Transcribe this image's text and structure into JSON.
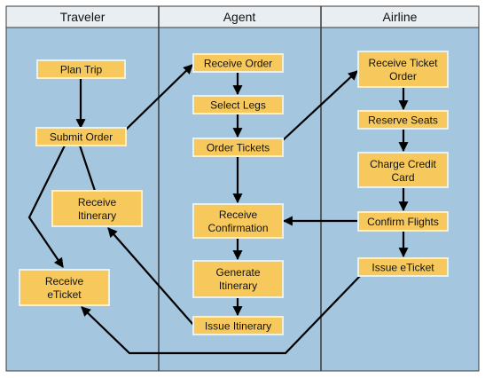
{
  "lanes": [
    "Traveler",
    "Agent",
    "Airline"
  ],
  "nodes": {
    "plan_trip": [
      "Plan Trip"
    ],
    "submit_order": [
      "Submit Order"
    ],
    "traveler_receive_itinerary": [
      "Receive",
      "Itinerary"
    ],
    "receive_eticket": [
      "Receive",
      "eTicket"
    ],
    "receive_order": [
      "Receive Order"
    ],
    "select_legs": [
      "Select Legs"
    ],
    "order_tickets": [
      "Order Tickets"
    ],
    "receive_confirmation": [
      "Receive",
      "Confirmation"
    ],
    "generate_itinerary": [
      "Generate",
      "Itinerary"
    ],
    "issue_itinerary": [
      "Issue Itinerary"
    ],
    "receive_ticket_order": [
      "Receive Ticket",
      "Order"
    ],
    "reserve_seats": [
      "Reserve Seats"
    ],
    "charge_credit_card": [
      "Charge Credit",
      "Card"
    ],
    "confirm_flights": [
      "Confirm Flights"
    ],
    "issue_eticket": [
      "Issue eTicket"
    ]
  },
  "edges": [
    [
      "plan_trip",
      "submit_order"
    ],
    [
      "submit_order",
      "receive_order"
    ],
    [
      "submit_order",
      "receive_eticket"
    ],
    [
      "receive_order",
      "select_legs"
    ],
    [
      "select_legs",
      "order_tickets"
    ],
    [
      "order_tickets",
      "receive_ticket_order"
    ],
    [
      "order_tickets",
      "receive_confirmation"
    ],
    [
      "receive_ticket_order",
      "reserve_seats"
    ],
    [
      "reserve_seats",
      "charge_credit_card"
    ],
    [
      "charge_credit_card",
      "confirm_flights"
    ],
    [
      "confirm_flights",
      "receive_confirmation"
    ],
    [
      "confirm_flights",
      "issue_eticket"
    ],
    [
      "issue_eticket",
      "receive_eticket"
    ],
    [
      "receive_confirmation",
      "generate_itinerary"
    ],
    [
      "generate_itinerary",
      "issue_itinerary"
    ],
    [
      "issue_itinerary",
      "traveler_receive_itinerary"
    ],
    [
      "traveler_receive_itinerary",
      "submit_order"
    ]
  ],
  "colors": {
    "lane_background": "#a4c6df",
    "header_background": "#e9eef3",
    "node_fill": "#f7c95c",
    "node_border": "#f4f0d8",
    "edge": "#000000"
  }
}
